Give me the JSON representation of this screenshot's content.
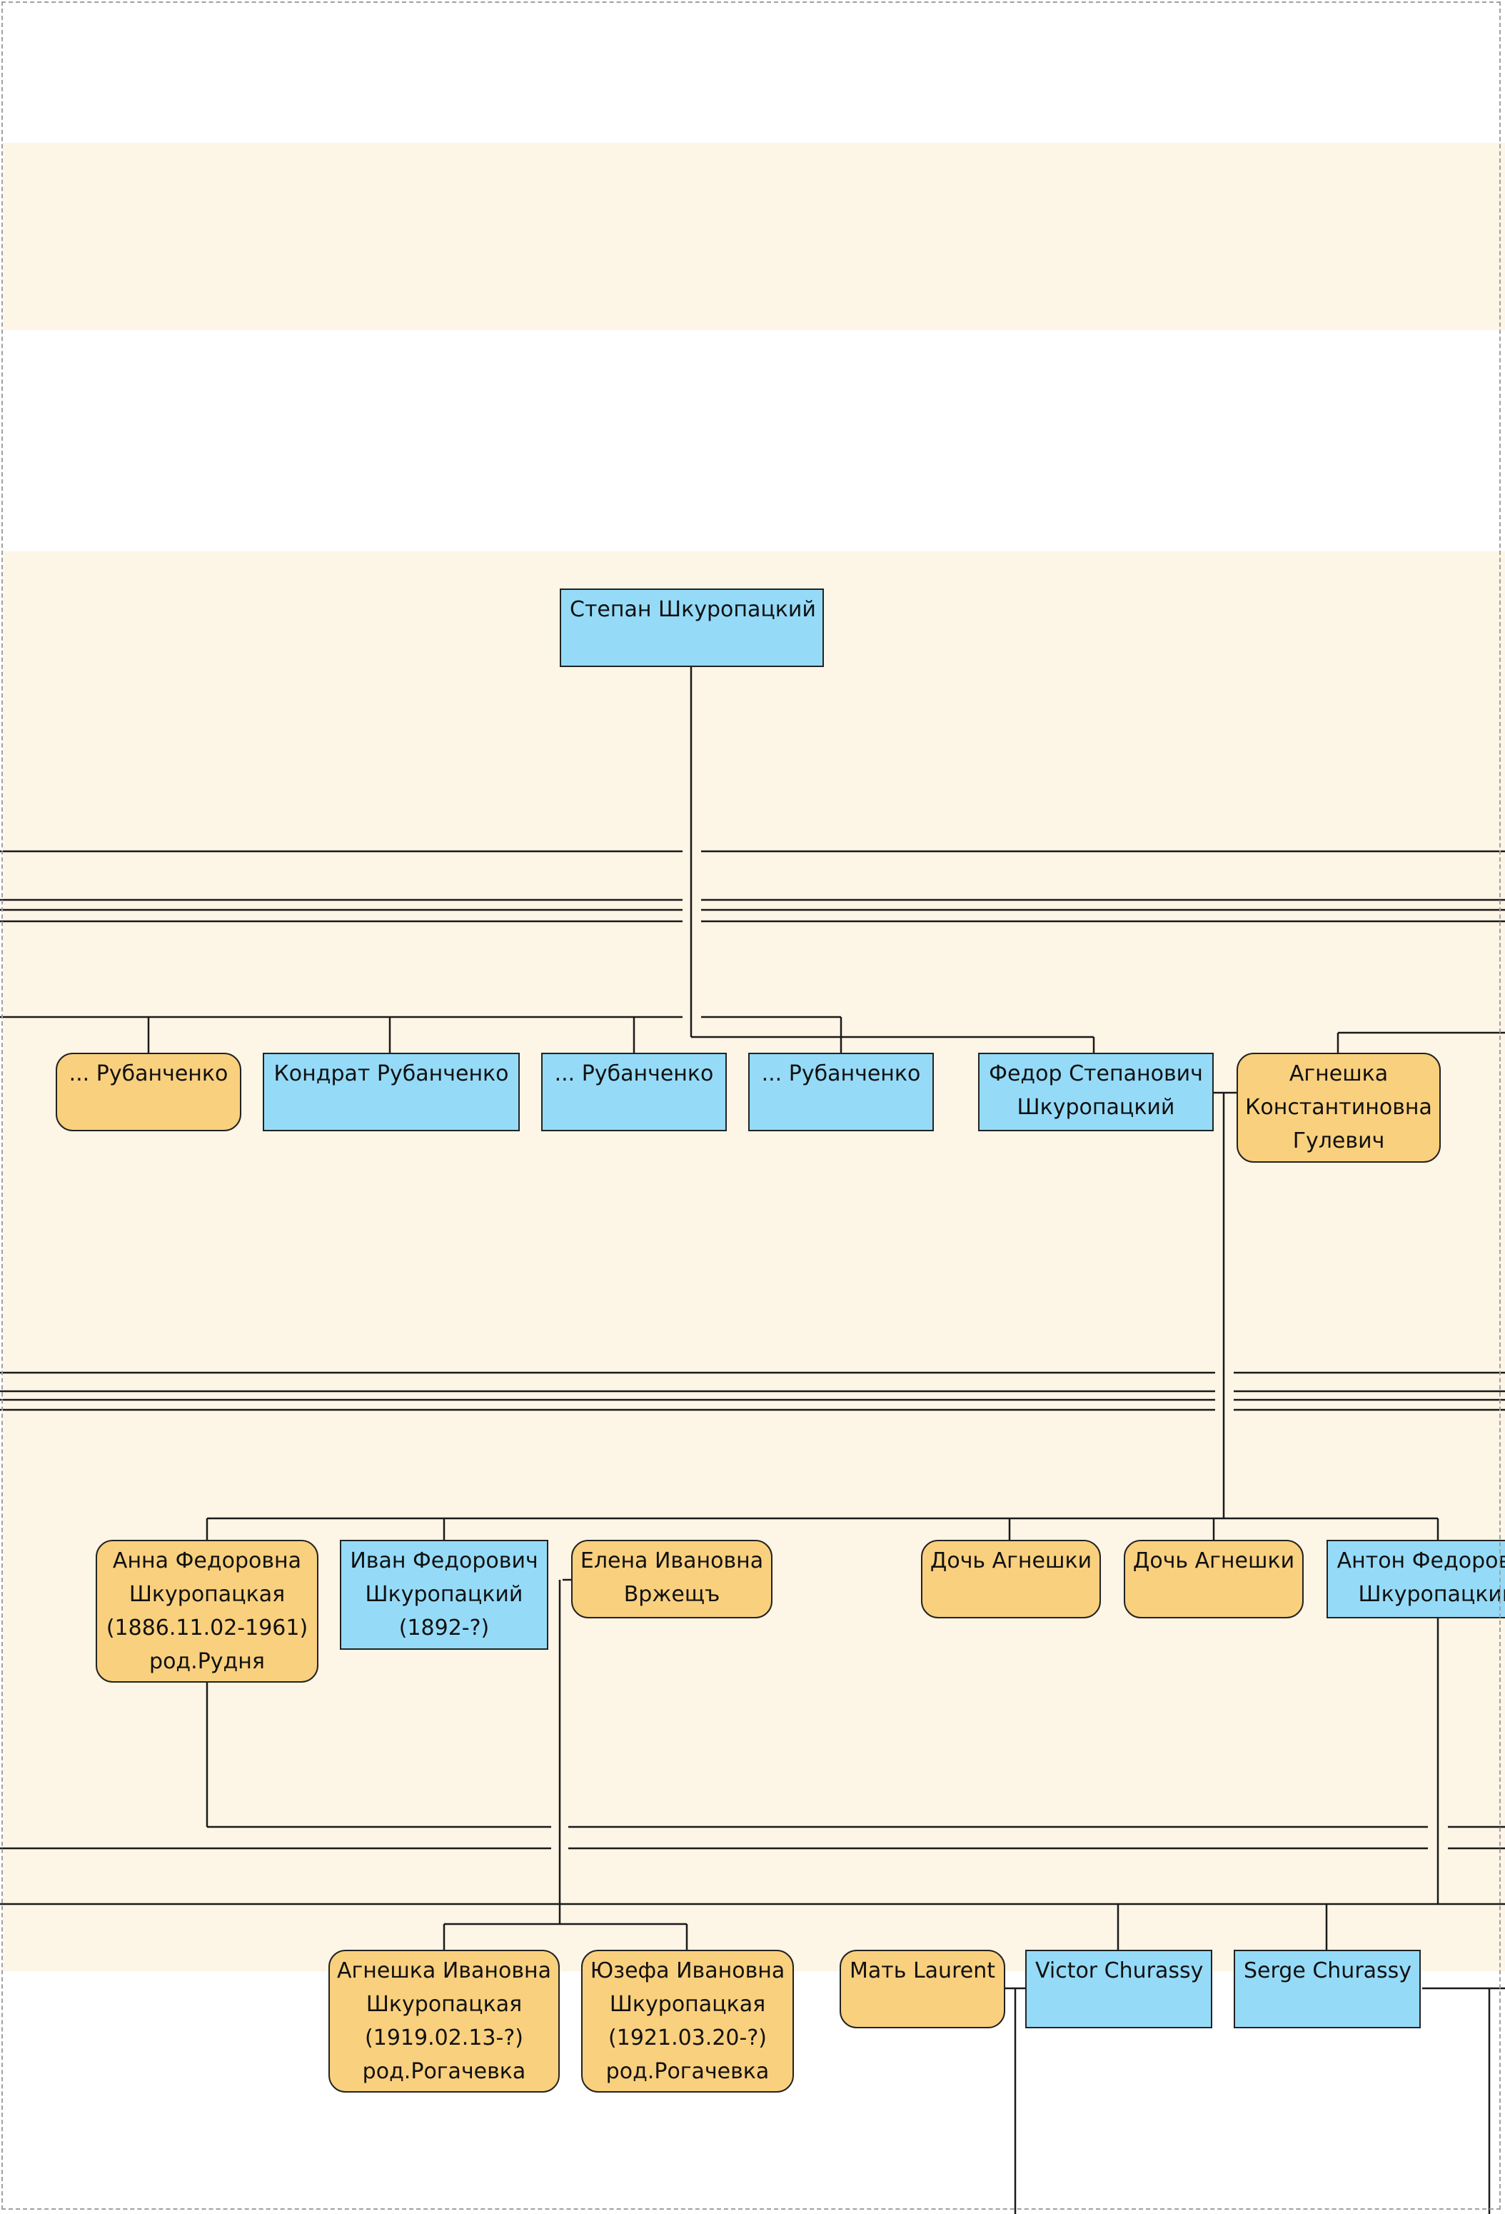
{
  "colors": {
    "male_fill": "#95dbf8",
    "female_fill": "#f9d07e",
    "generation_band": "#fdf5e6",
    "connector": "#1a1a1a"
  },
  "nodes": {
    "stepan": {
      "sex": "male",
      "lines": [
        "Степан Шкуропацкий"
      ]
    },
    "rubanchenko_1": {
      "sex": "female",
      "lines": [
        "... Рубанченко"
      ]
    },
    "kondrat": {
      "sex": "male",
      "lines": [
        "Кондрат Рубанченко"
      ]
    },
    "rubanchenko_3": {
      "sex": "male",
      "lines": [
        "... Рубанченко"
      ]
    },
    "rubanchenko_4": {
      "sex": "male",
      "lines": [
        "... Рубанченко"
      ]
    },
    "fedor": {
      "sex": "male",
      "lines": [
        "Федор Степанович",
        "Шкуропацкий"
      ]
    },
    "agneshka_gulevich": {
      "sex": "female",
      "lines": [
        "Агнешка",
        "Константиновна",
        "Гулевич"
      ]
    },
    "anna": {
      "sex": "female",
      "lines": [
        "Анна Федоровна",
        "Шкуропацкая",
        "(1886.11.02-1961)",
        "род.Рудня"
      ]
    },
    "ivan": {
      "sex": "male",
      "lines": [
        "Иван Федорович",
        "Шкуропацкий",
        "(1892-?)"
      ]
    },
    "elena": {
      "sex": "female",
      "lines": [
        "Елена Ивановна",
        "Вржещъ"
      ]
    },
    "doch_1": {
      "sex": "female",
      "lines": [
        "Дочь Агнешки"
      ]
    },
    "doch_2": {
      "sex": "female",
      "lines": [
        "Дочь Агнешки"
      ]
    },
    "anton": {
      "sex": "male",
      "lines": [
        "Антон Федорович",
        "Шкуропацкий"
      ]
    },
    "agneshka_ivanovna": {
      "sex": "female",
      "lines": [
        "Агнешка Ивановна",
        "Шкуропацкая",
        "(1919.02.13-?)",
        "род.Рогачевка"
      ]
    },
    "yuzefa": {
      "sex": "female",
      "lines": [
        "Юзефа Ивановна",
        "Шкуропацкая",
        "(1921.03.20-?)",
        "род.Рогачевка"
      ]
    },
    "mat_laurent": {
      "sex": "female",
      "lines": [
        "Мать Laurent"
      ]
    },
    "victor": {
      "sex": "male",
      "lines": [
        "Victor Churassy"
      ]
    },
    "serge": {
      "sex": "male",
      "lines": [
        "Serge Churassy"
      ]
    }
  }
}
